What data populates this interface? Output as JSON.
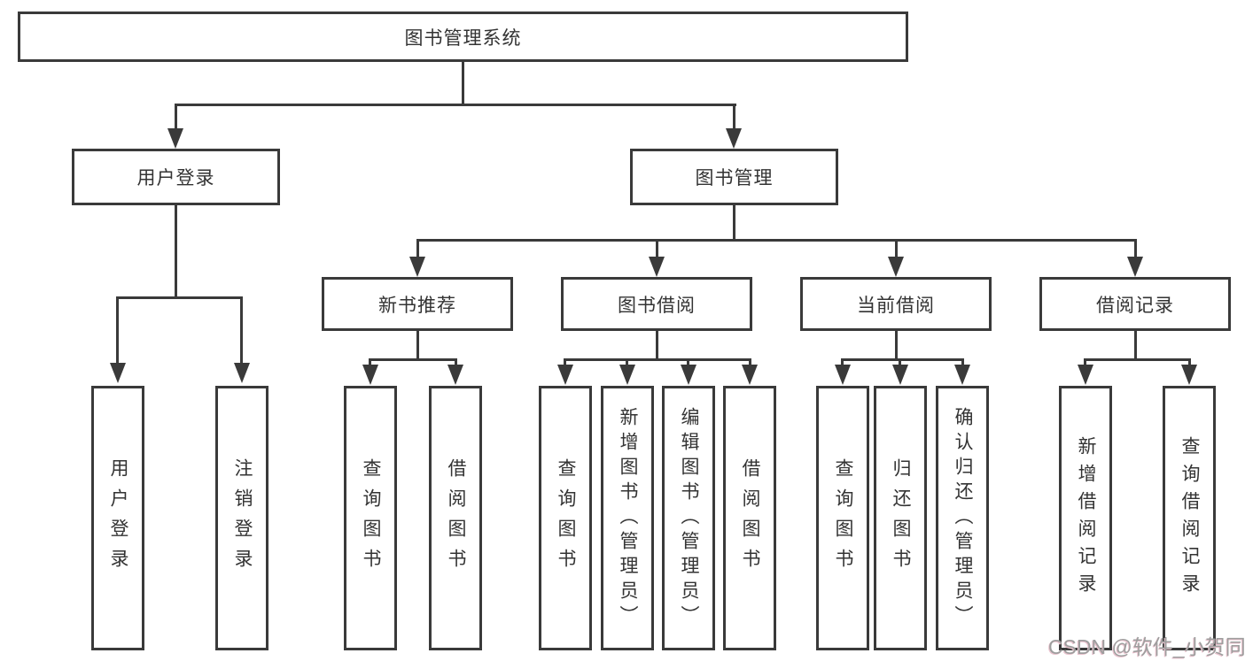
{
  "tree": {
    "root": {
      "label": "图书管理系统"
    },
    "branches": [
      {
        "label": "用户登录",
        "children": [
          {
            "label": "用户登录"
          },
          {
            "label": "注销登录"
          }
        ]
      },
      {
        "label": "图书管理",
        "children": [
          {
            "label": "新书推荐",
            "children": [
              {
                "label": "查询图书"
              },
              {
                "label": "借阅图书"
              }
            ]
          },
          {
            "label": "图书借阅",
            "children": [
              {
                "label": "查询图书"
              },
              {
                "label": "新增图书（管理员）"
              },
              {
                "label": "编辑图书（管理员）"
              },
              {
                "label": "借阅图书"
              }
            ]
          },
          {
            "label": "当前借阅",
            "children": [
              {
                "label": "查询图书"
              },
              {
                "label": "归还图书"
              },
              {
                "label": "确认归还（管理员）"
              }
            ]
          },
          {
            "label": "借阅记录",
            "children": [
              {
                "label": "新增借阅记录"
              },
              {
                "label": "查询借阅记录"
              }
            ]
          }
        ]
      }
    ]
  },
  "watermark": {
    "text": "CSDN @软件_小贺同学"
  },
  "colors": {
    "line": "#3a3a3a",
    "box_border": "#3a3a3a",
    "text": "#333333",
    "background": "#ffffff",
    "watermark": "#9e9e9e",
    "watermark_shadow": "#eac3ce"
  }
}
